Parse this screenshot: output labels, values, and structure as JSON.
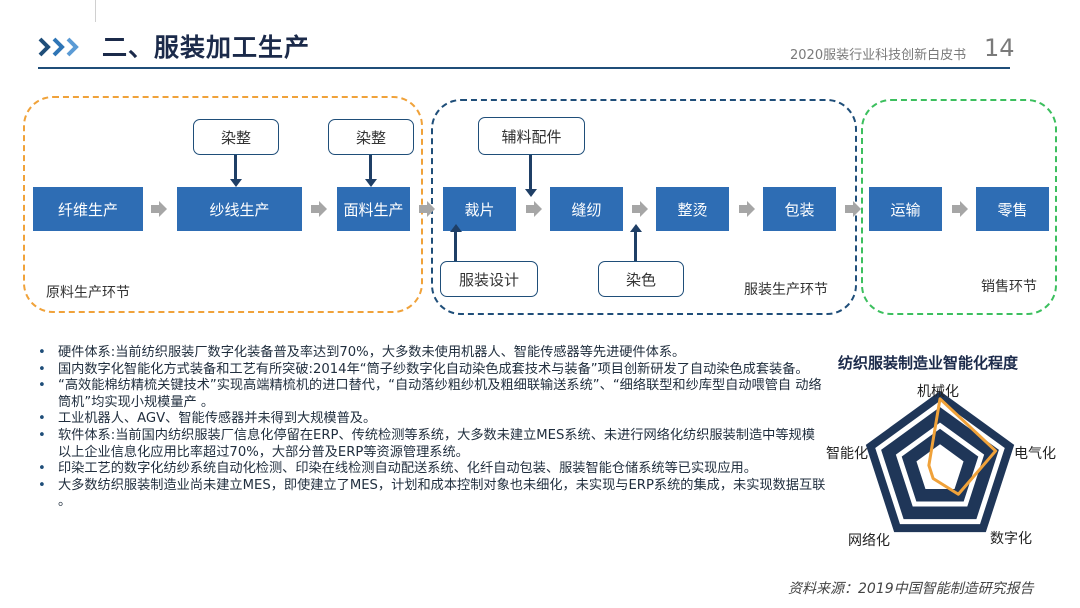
{
  "header": {
    "title": "二、服装加工生产",
    "doc_name": "2020服装行业科技创新白皮书",
    "page_number": "14"
  },
  "flow": {
    "sections": {
      "raw": "原料生产环节",
      "garment": "服装生产环节",
      "sales": "销售环节"
    },
    "steps": [
      "纤维生产",
      "纱线生产",
      "面料生产",
      "裁片",
      "缝纫",
      "整烫",
      "包装",
      "运输",
      "零售"
    ],
    "inputs": {
      "dye1": "染整",
      "dye2": "染整",
      "accessories": "辅料配件",
      "design": "服装设计",
      "dyeing": "染色"
    }
  },
  "bullets": [
    "硬件体系:当前纺织服装厂数字化装备普及率达到70%，大多数未使用机器人、智能传感器等先进硬件体系。",
    "国内数字化智能化方式装备和工艺有所突破:2014年“筒子纱数字化自动染色成套技术与装备”项目创新研发了自动染色成套装备。",
    "“高效能棉纺精梳关键技术”实现高端精梳机的进口替代，“自动落纱粗纱机及粗细联输送系统”、“细络联型和纱库型自动喂管自 动络筒机”均实现小规模量产 。",
    "工业机器人、AGV、智能传感器并未得到大规模普及。",
    "软件体系:当前国内纺织服装厂信息化停留在ERP、传统检测等系统，大多数未建立MES系统、未进行网络化纺织服装制造中等规模以上企业信息化应用比率超过70%，大部分普及ERP等资源管理系统。",
    "印染工艺的数字化纺纱系统自动化检测、印染在线检测自动配送系统、化纤自动包装、服装智能仓储系统等已实现应用。",
    "大多数纺织服装制造业尚未建立MES，即使建立了MES，计划和成本控制对象也未细化，未实现与ERP系统的集成，未实现数据互联 。"
  ],
  "colors": {
    "primary_blue": "#2e6db4",
    "navy": "#1f4e79",
    "orange": "#f0a23a",
    "green": "#3cbf5e",
    "arrow_grey": "#a6a6a6"
  },
  "chart_data": {
    "type": "radar",
    "title": "纺织服装制造业智能化程度",
    "axes": [
      "机械化",
      "电气化",
      "数字化",
      "网络化",
      "智能化"
    ],
    "levels": 3,
    "series": [
      {
        "values": [
          0.9,
          0.75,
          0.4,
          0.15,
          0.15
        ]
      }
    ]
  },
  "source": "资料来源：2019中国智能制造研究报告"
}
